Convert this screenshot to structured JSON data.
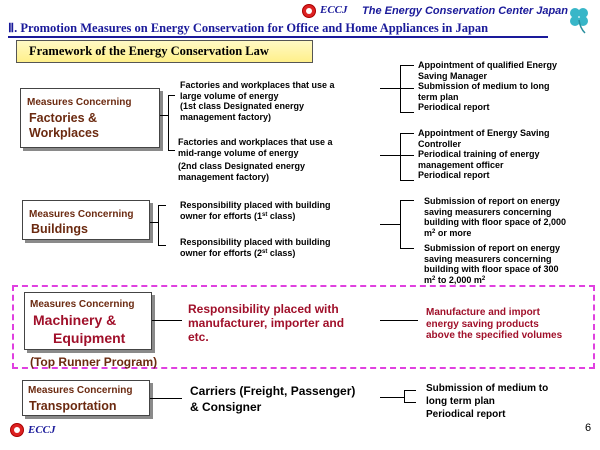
{
  "header": {
    "org_name": "The Energy Conservation Center Japan",
    "logo_text": "ECCJ",
    "title": "Ⅱ. Promotion Measures on Energy Conservation for Office and Home Appliances in Japan",
    "framework": "Framework  of  the Energy Conservation Law"
  },
  "categories": {
    "factories": {
      "label_small": "Measures Concerning",
      "label_line1": "Factories &",
      "label_line2": "Workplaces",
      "items": [
        {
          "line1": "Factories and workplaces that use a",
          "line2": "large volume of energy",
          "line3": "(1st class Designated energy",
          "line4": "management factory)"
        },
        {
          "line1": "Factories  and  workplaces  that  use  a",
          "line2": "mid-range volume of energy",
          "line3": "(2nd class Designated energy",
          "line4": "management factory)"
        }
      ],
      "results": [
        {
          "line1": "Appointment of qualified Energy",
          "line2": "Saving Manager",
          "line3": "Submission of medium to long",
          "line4": "term plan",
          "line5": "Periodical report"
        },
        {
          "line1": "Appointment of  Energy Saving",
          "line2": "Controller",
          "line3": "Periodical training of energy",
          "line4": "management officer",
          "line5": "Periodical report"
        }
      ]
    },
    "buildings": {
      "label_small": "Measures Concerning",
      "label_big": "Buildings",
      "items": [
        {
          "pre": "Responsibility placed with building",
          "line2_pre": "owner for efforts (1",
          "sup": "st",
          "line2_post": " class)"
        },
        {
          "pre": "Responsibility placed with building",
          "line2_pre": "owner for efforts (2",
          "sup": "st",
          "line2_post": " class)"
        }
      ],
      "results": [
        {
          "line1": "Submission of report on energy",
          "line2": "saving measurers concerning",
          "line3": "building with floor space of 2,000",
          "line4_pre": "m",
          "line4_sup": "2",
          "line4_post": " or more"
        },
        {
          "line1": "Submission of report on energy",
          "line2": "saving measurers concerning",
          "line3": "building with floor space of  300",
          "line4_pre": "m",
          "line4_sup": "2",
          "line4_mid": " to 2,000 m",
          "line4_sup2": "2"
        }
      ]
    },
    "machinery": {
      "label_small": "Measures Concerning",
      "label_line1": "Machinery &",
      "label_line2": "Equipment",
      "program": "(Top Runner Program)",
      "item_line1": "Responsibility placed with",
      "item_line2": "manufacturer, importer and",
      "item_line3": "etc.",
      "result_line1": "Manufacture and import",
      "result_line2": "energy saving products",
      "result_line3": "above the specified volumes"
    },
    "transportation": {
      "label_small": "Measures Concerning",
      "label_big": "Transportation",
      "item_line1": "Carriers (Freight, Passenger)",
      "item_line2": "& Consigner",
      "result_line1": "Submission of medium to",
      "result_line2": "long term plan",
      "result_line3": "Periodical report"
    }
  },
  "footer": {
    "logo_text": "ECCJ",
    "page_number": "6"
  },
  "colors": {
    "title_blue": "#1a1a9a",
    "category_brown": "#6b2a10",
    "machinery_red": "#a0102a",
    "highlight_magenta": "#e040e0",
    "framework_fill": "#fff08a"
  }
}
